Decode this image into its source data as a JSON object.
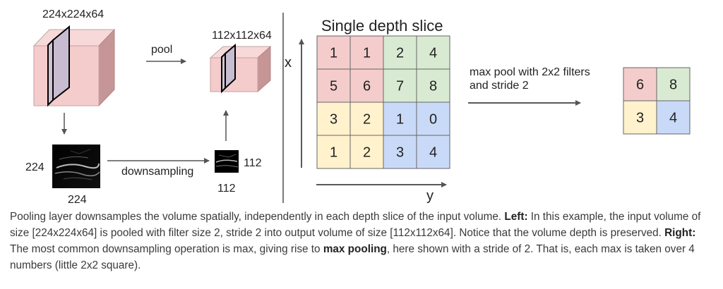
{
  "left": {
    "input_volume_label": "224x224x64",
    "pool_label": "pool",
    "output_volume_label": "112x112x64",
    "input_slice_height": "224",
    "input_slice_width": "224",
    "downsampling_label": "downsampling",
    "output_slice_height": "112",
    "output_slice_width": "112"
  },
  "right": {
    "slice_title": "Single depth slice",
    "x_axis_label": "x",
    "y_axis_label": "y",
    "grid": [
      [
        "1",
        "1",
        "2",
        "4"
      ],
      [
        "5",
        "6",
        "7",
        "8"
      ],
      [
        "3",
        "2",
        "1",
        "0"
      ],
      [
        "1",
        "2",
        "3",
        "4"
      ]
    ],
    "op_line1": "max pool with 2x2 filters",
    "op_line2": "and stride 2",
    "result": [
      [
        "6",
        "8"
      ],
      [
        "3",
        "4"
      ]
    ]
  },
  "colors": {
    "red": "#f4cccc",
    "green": "#d9ead3",
    "yellow": "#fff2cc",
    "blue": "#c9daf8",
    "cube_front": "#f4cccc",
    "cube_top": "#f7d9d9",
    "cube_side": "#c69696",
    "slice": "#c8bcd0"
  },
  "caption": {
    "p1": "Pooling layer downsamples the volume spatially, independently in each depth slice of the input volume. ",
    "b1": "Left:",
    "p2": " In this example, the input volume of size [224x224x64] is pooled with filter size 2, stride 2 into output volume of size [112x112x64]. Notice that the volume depth is preserved. ",
    "b2": "Right:",
    "p3": " The most common downsampling operation is max, giving rise to ",
    "b3": "max pooling",
    "p4": ", here shown with a stride of 2. That is, each max is taken over 4 numbers (little 2x2 square)."
  }
}
